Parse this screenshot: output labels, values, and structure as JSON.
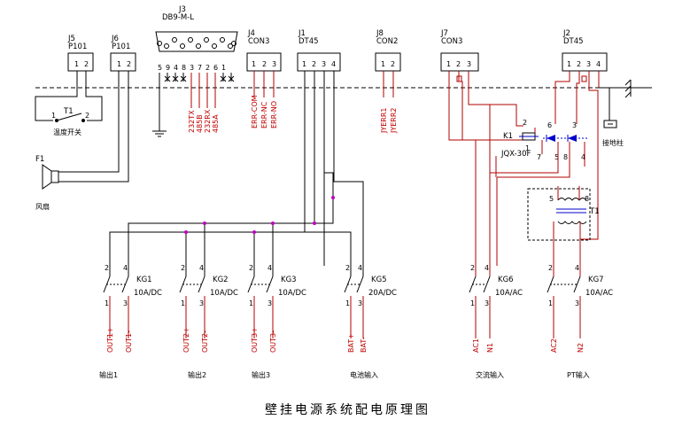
{
  "title": "壁挂电源系统配电原理图",
  "connectors": {
    "j5": {
      "ref": "J5",
      "type": "P101",
      "pins": [
        "1",
        "2"
      ]
    },
    "j6": {
      "ref": "J6",
      "type": "P101",
      "pins": [
        "1",
        "2"
      ]
    },
    "j3": {
      "ref": "J3",
      "type": "DB9-M-L",
      "pins": [
        "5",
        "9",
        "4",
        "8",
        "3",
        "7",
        "2",
        "6",
        "1"
      ]
    },
    "j4": {
      "ref": "J4",
      "type": "CON3",
      "pins": [
        "1",
        "2",
        "3"
      ]
    },
    "j1": {
      "ref": "J1",
      "type": "DT45",
      "pins": [
        "1",
        "2",
        "3",
        "4"
      ]
    },
    "j8": {
      "ref": "J8",
      "type": "CON2",
      "pins": [
        "1",
        "2"
      ]
    },
    "j7": {
      "ref": "J7",
      "type": "CON3",
      "pins": [
        "1",
        "2",
        "3"
      ]
    },
    "j2": {
      "ref": "J2",
      "type": "DT45",
      "pins": [
        "1",
        "2",
        "3",
        "4"
      ]
    }
  },
  "signals": {
    "j3": [
      "232TX",
      "485B",
      "232RX",
      "485A"
    ],
    "j4": [
      "ERR-COM",
      "ERR-NC",
      "ERR-NO"
    ],
    "j8": [
      "JYERR1",
      "JYERR2"
    ]
  },
  "components": {
    "t1": {
      "ref": "T1",
      "name": "温度开关",
      "pin1": "1",
      "pin2": "2"
    },
    "f1": {
      "ref": "F1",
      "name": "风扇"
    },
    "k1": {
      "ref": "K1",
      "type": "JQX-30F",
      "pins": [
        "2",
        "1",
        "6",
        "3",
        "7",
        "5",
        "8",
        "4"
      ]
    },
    "transformer": {
      "ref": "T1"
    },
    "ground": {
      "name": "接地柱"
    }
  },
  "breakers": [
    {
      "ref": "KG1",
      "rating": "10A/DC",
      "top_pins": [
        "2",
        "4"
      ],
      "bottom_pins": [
        "1",
        "3"
      ],
      "outputs": [
        "OUT1+",
        "OUT1-"
      ],
      "group": "输出1"
    },
    {
      "ref": "KG2",
      "rating": "10A/DC",
      "top_pins": [
        "2",
        "4"
      ],
      "bottom_pins": [
        "1",
        "3"
      ],
      "outputs": [
        "OUT2+",
        "OUT2-"
      ],
      "group": "输出2"
    },
    {
      "ref": "KG3",
      "rating": "10A/DC",
      "top_pins": [
        "2",
        "4"
      ],
      "bottom_pins": [
        "1",
        "3"
      ],
      "outputs": [
        "OUT3+",
        "OUT3-"
      ],
      "group": "输出3"
    },
    {
      "ref": "KG5",
      "rating": "20A/DC",
      "top_pins": [
        "2",
        "4"
      ],
      "bottom_pins": [
        "1",
        "3"
      ],
      "outputs": [
        "BAT+",
        "BAT-"
      ],
      "group": "电池输入"
    },
    {
      "ref": "KG6",
      "rating": "10A/AC",
      "top_pins": [
        "2",
        "4"
      ],
      "bottom_pins": [
        "1",
        "3"
      ],
      "outputs": [
        "AC1",
        "N1"
      ],
      "group": "交流输入"
    },
    {
      "ref": "KG7",
      "rating": "10A/AC",
      "top_pins": [
        "2",
        "4"
      ],
      "bottom_pins": [
        "1",
        "3"
      ],
      "outputs": [
        "AC2",
        "N2"
      ],
      "group": "PT输入"
    }
  ]
}
